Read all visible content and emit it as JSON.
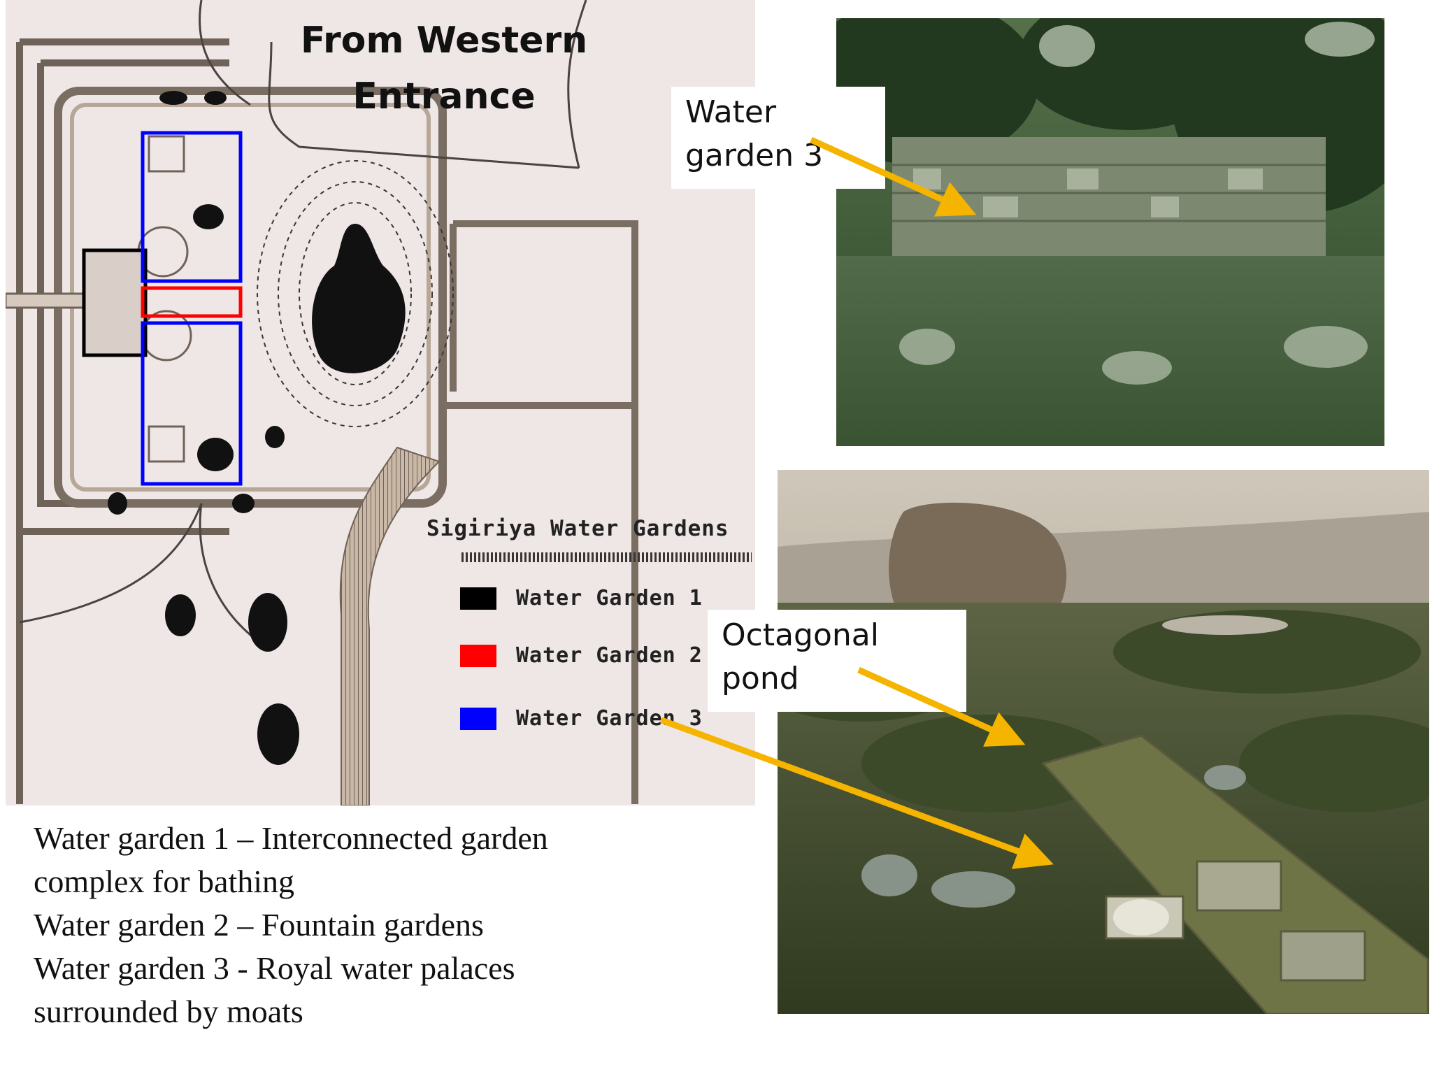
{
  "map": {
    "title_line1": "From Western",
    "title_line2": "Entrance",
    "legend_title": "Sigiriya Water Gardens",
    "legend": [
      {
        "label": "Water Garden 1",
        "color": "#000000"
      },
      {
        "label": "Water Garden 2",
        "color": "#ff0000"
      },
      {
        "label": "Water Garden 3",
        "color": "#0000ff"
      }
    ]
  },
  "photos": {
    "top_callout_line1": "Water",
    "top_callout_line2": "garden 3",
    "bottom_callout_line1": "Octagonal",
    "bottom_callout_line2": "pond"
  },
  "description": [
    "Water garden 1 – Interconnected garden",
    "complex for bathing",
    "Water garden 2 – Fountain gardens",
    "Water garden 3 -  Royal water palaces",
    "surrounded by moats"
  ],
  "colors": {
    "arrow": "#f5b400",
    "garden1": "#000000",
    "garden2": "#ff0000",
    "garden3": "#0000ff"
  }
}
